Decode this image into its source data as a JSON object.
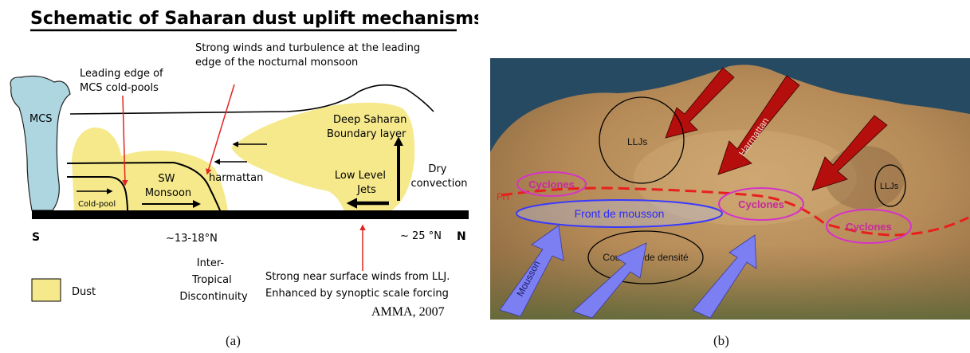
{
  "panel_a": {
    "title": "Schematic of Saharan dust uplift mechanisms",
    "labels": {
      "strong_winds": [
        "Strong winds and turbulence at the leading",
        "edge of the nocturnal monsoon"
      ],
      "leading_edge": [
        "Leading edge of",
        "MCS cold-pools"
      ],
      "mcs": "MCS",
      "deep_saharan": [
        "Deep Saharan",
        "Boundary layer"
      ],
      "dry_convection": [
        "Dry",
        "convection"
      ],
      "sw_monsoon": [
        "SW",
        "Monsoon"
      ],
      "harmattan": "harmattan",
      "low_level_jets": [
        "Low Level",
        "Jets"
      ],
      "cold_pool": "Cold-pool",
      "south": "S",
      "north": "N",
      "lat_itd": "~13-18°N",
      "lat_25": "~ 25 °N",
      "itd": [
        "Inter-",
        "Tropical",
        "Discontinuity"
      ],
      "near_surface": [
        "Strong near surface winds from LLJ.",
        "Enhanced by synoptic scale forcing"
      ],
      "legend_dust": "Dust",
      "source": "AMMA, 2007"
    },
    "colors": {
      "dust": "#f6e98c",
      "mcs": "#aed6e0",
      "arrow_red": "#e32420",
      "ground": "#000000"
    }
  },
  "panel_b": {
    "labels": {
      "llj_west": "LLJs",
      "llj_east": "LLJs",
      "harmattan": "Harmattan",
      "cyclones_west": "Cyclones",
      "cyclones_center": "Cyclones",
      "cyclones_east": "Cyclones",
      "fit": "FIT",
      "front": "Front de mousson",
      "courants": "Courants de densité",
      "mousson": "Mousson"
    },
    "colors": {
      "arrow_red": "#b40f0c",
      "arrow_blue": "#7b7ff2",
      "cyclone": "#d633c8",
      "front": "#3a3aff",
      "fit_line": "#e8201c"
    }
  },
  "captions": {
    "a": "(a)",
    "b": "(b)"
  }
}
